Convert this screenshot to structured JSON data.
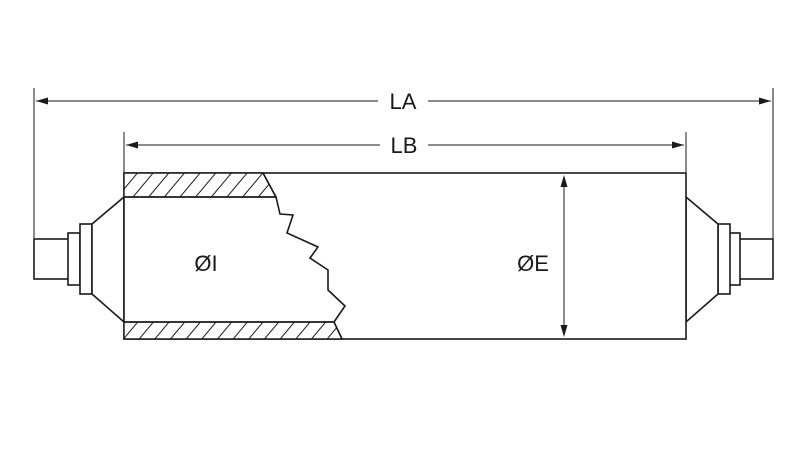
{
  "dimensions": {
    "overall_length": "LA",
    "body_length": "LB",
    "inner_diameter": "ØI",
    "outer_diameter": "ØE"
  }
}
